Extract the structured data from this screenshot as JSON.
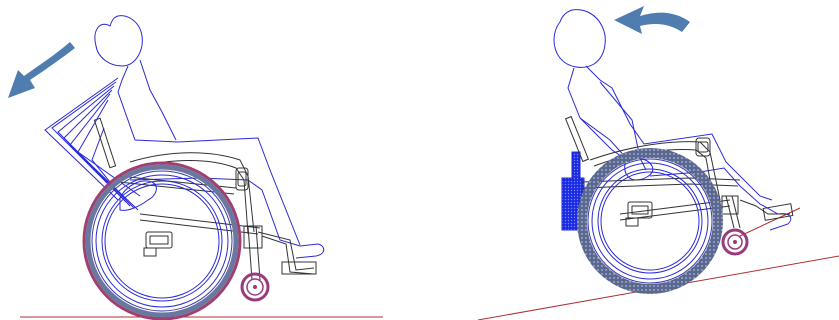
{
  "colors": {
    "background": "#ffffff",
    "ground": "#b03030",
    "outline": "#2a2ad8",
    "wheel_rim": "#3a3aa8",
    "tire_left": "#a04070",
    "tire_right": "#6a78a0",
    "caster": "#9a3a7a",
    "frame": "#333333",
    "arrow": "#4f7db0",
    "backpack": "#1a2ae0"
  },
  "panels": [
    {
      "ground": "level",
      "arrow_direction": "left",
      "arms": "reaching-forward"
    },
    {
      "ground": "incline",
      "arrow_direction": "left",
      "arms": "on-wheel",
      "accessory": "backpack"
    }
  ]
}
